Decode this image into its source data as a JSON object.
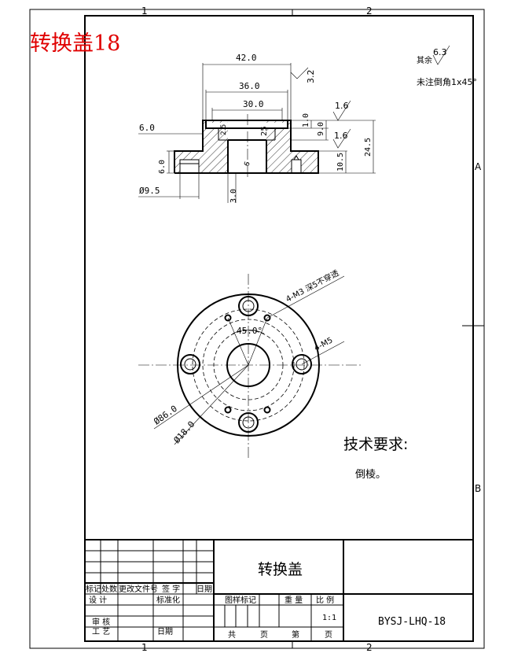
{
  "header": {
    "title": "转换盖18"
  },
  "frame": {
    "zones": {
      "top": [
        "1",
        "2"
      ],
      "bottom": [
        "1",
        "2"
      ],
      "right": [
        "A",
        "B"
      ]
    }
  },
  "notes": {
    "roughness_label": "其余",
    "roughness_value": "6.3",
    "chamfer_note": "未注倒角1x45°"
  },
  "section_view": {
    "dims": {
      "w42": "42.0",
      "w36": "36.0",
      "w30": "30.0",
      "h6_left": "6.0",
      "h6_vert": "6.0",
      "d9_5": "Ø9.5",
      "h3": "3.0",
      "h1": "1.0",
      "h9": "9.0",
      "h10_5": "10.5",
      "h24_5": "24.5",
      "r3_2": "3.2",
      "r1_6a": "1.6",
      "r1_6b": "1.6",
      "ang25": "25",
      "ang2": "2.5",
      "small6": "6"
    }
  },
  "plan_view": {
    "callouts": {
      "holes_m3": "4-M3 深5不穿透",
      "holes_m5": "4-M5",
      "angle": "45.0°",
      "d86": "Ø86.0",
      "d18": "Ø18.0"
    }
  },
  "requirements": {
    "title": "技术要求:",
    "item": "倒棱。"
  },
  "title_block": {
    "part_name": "转换盖",
    "rev_headers": [
      "标记",
      "处数",
      "更改文件号",
      "签  字",
      "日期"
    ],
    "design": "设  计",
    "standardize": "标准化",
    "review": "审  核",
    "process": "工  艺",
    "date": "日期",
    "stage_mark": "图样标记",
    "weight": "重  量",
    "scale_label": "比  例",
    "scale_value": "1:1",
    "total": "共",
    "sheet_word": "页",
    "page_no": "第",
    "page_word": "页",
    "drawing_no": "BYSJ-LHQ-18"
  }
}
